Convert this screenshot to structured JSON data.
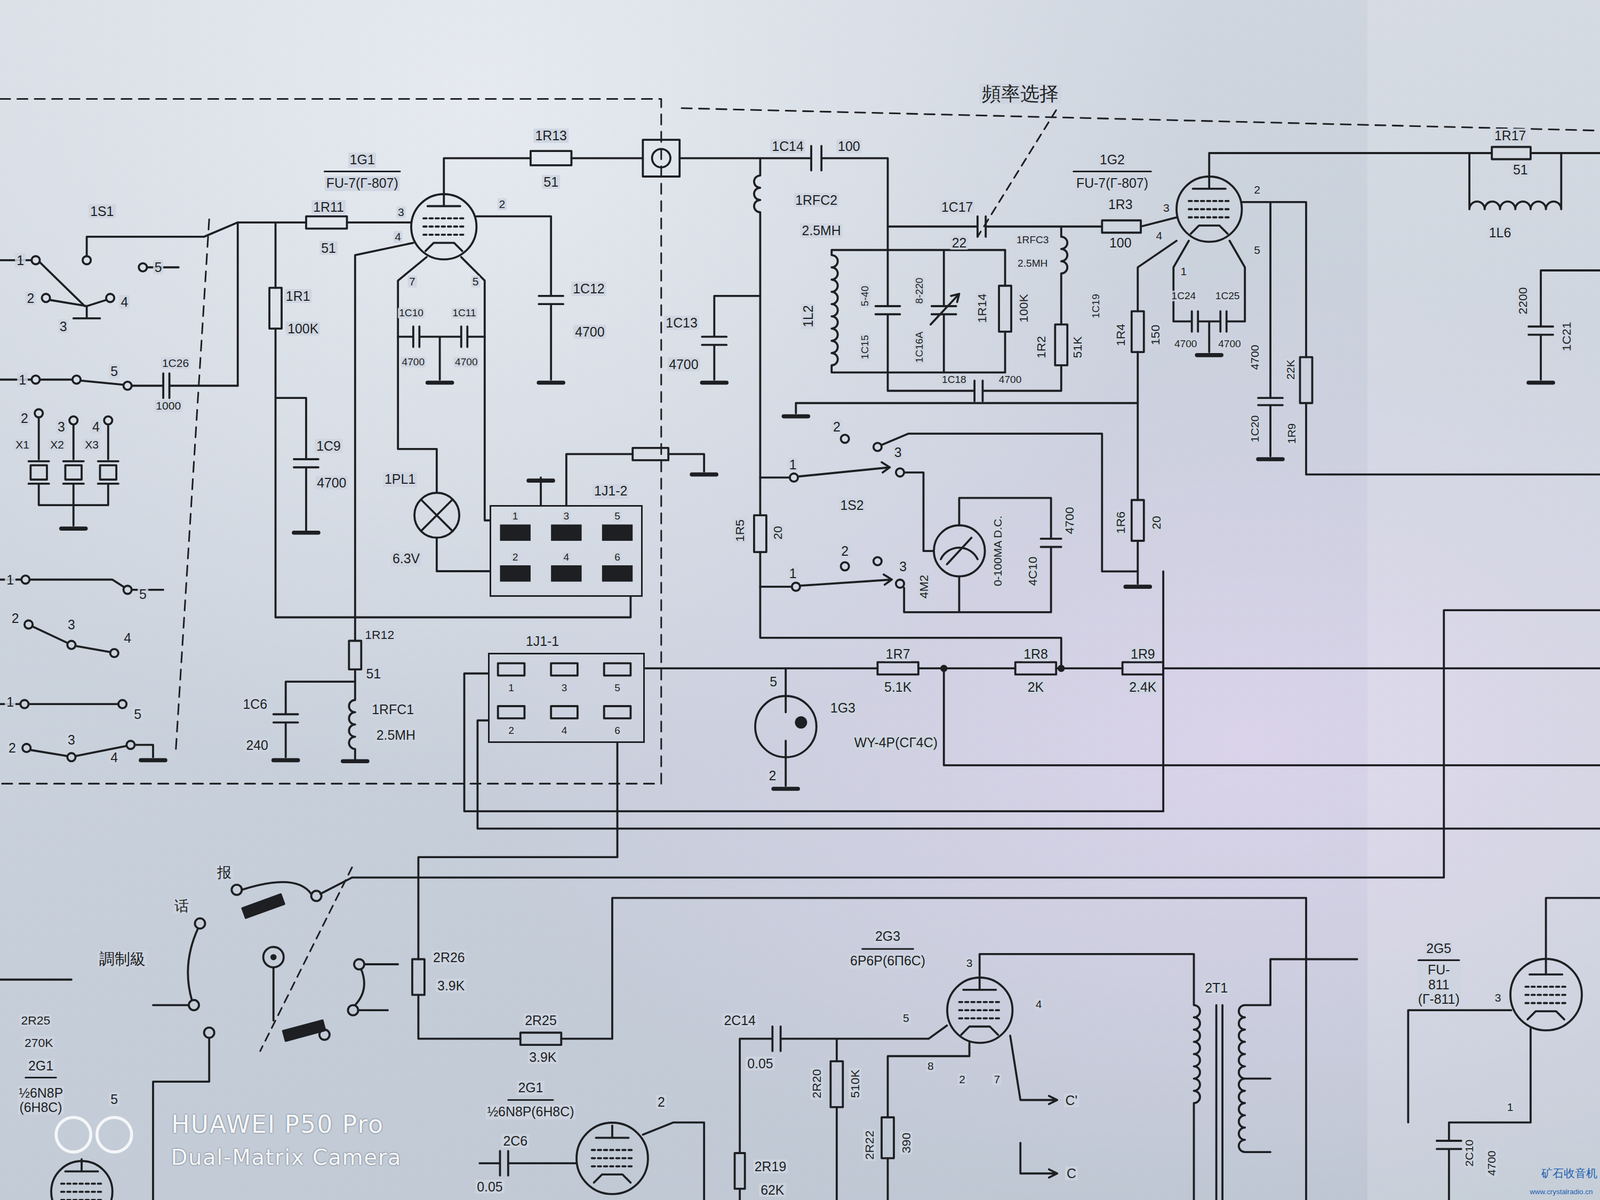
{
  "diagram": {
    "nodes": [
      {
        "text": [
          "1G1",
          "FU-7(Г-807)"
        ]
      },
      {
        "text": [
          "1G2",
          "FU-7(Г-807)"
        ]
      },
      {
        "text": [
          "1PL1",
          "6.3V"
        ]
      },
      {
        "text": [
          "1J1-2"
        ]
      },
      {
        "text": [
          "1J1-1"
        ]
      },
      {
        "text": [
          "0-100MA D.C."
        ]
      },
      {
        "text": [
          "1G3",
          "WY-4P(CГ4C)"
        ]
      },
      {
        "text": [
          "2G3",
          "6P6P(6П6С)"
        ]
      },
      {
        "text": [
          "2G1",
          "½6N8P(6Н8С)"
        ]
      },
      {
        "text": [
          "2G5",
          "FU-811 (Г-811)"
        ]
      },
      {
        "text": [
          "2G1",
          "½6N8P (6Н8С)"
        ]
      }
    ],
    "edges": [
      {
        "from": 2,
        "to": 3,
        "arrow": "none"
      },
      {
        "from": 4,
        "to": 6,
        "arrow": "none"
      }
    ],
    "labels": [
      "頻率选择",
      "1S1",
      "1",
      "5",
      "2",
      "3",
      "4",
      "1",
      "5",
      "1C26",
      "1000",
      "2",
      "3",
      "4",
      "X1",
      "X2",
      "X3",
      "1",
      "5",
      "2",
      "3",
      "4",
      "1",
      "5",
      "2",
      "3",
      "4",
      "1R11",
      "51",
      "1R1",
      "100K",
      "1C9",
      "4700",
      "3",
      "4",
      "7",
      "5",
      "2",
      "1C10",
      "1C11",
      "4700",
      "4700",
      "1C12",
      "4700",
      "1R13",
      "51",
      "1",
      "3",
      "5",
      "2",
      "4",
      "6",
      "1",
      "3",
      "5",
      "2",
      "4",
      "6",
      "1C13",
      "4700",
      "1C14",
      "100",
      "1RFC2",
      "2.5MH",
      "1L2",
      "5-40",
      "1C15",
      "8-220",
      "1C16A",
      "1R14",
      "100K",
      "1C17",
      "22",
      "1RFC3",
      "2.5MH",
      "1R2",
      "51K",
      "1C19",
      "1R4",
      "150",
      "1C18",
      "4700",
      "1R3",
      "100",
      "3",
      "4",
      "1",
      "5",
      "2",
      "1C24",
      "1C25",
      "4700",
      "4700",
      "4700",
      "1C20",
      "22K",
      "1R9",
      "1R17",
      "51",
      "1L6",
      "2200",
      "1C21",
      "2",
      "3",
      "1",
      "1S2",
      "2",
      "1",
      "3",
      "1R5",
      "20",
      "4M2",
      "4C10",
      "4700",
      "1R6",
      "20",
      "1R7",
      "5.1K",
      "1R8",
      "2K",
      "1R9",
      "2.4K",
      "5",
      "2",
      "话",
      "报",
      "調制級",
      "2R26",
      "3.9K",
      "2R25",
      "3.9K",
      "2R25",
      "270K",
      "5",
      "2C6",
      "0.05",
      "2",
      "2C14",
      "0.05",
      "2R20",
      "510K",
      "2R19",
      "62K",
      "2R22",
      "390",
      "3",
      "5",
      "4",
      "8",
      "2",
      "7",
      "C'",
      "C",
      "2T1",
      "3",
      "1",
      "2C10",
      "4700",
      "HUAWEI P50 Pro",
      "Dual-Matrix Camera",
      "矿石收音机",
      "www.crystalradio.cn",
      "1R12",
      "51",
      "1C6",
      "240",
      "1RFC1",
      "2.5MH"
    ]
  }
}
